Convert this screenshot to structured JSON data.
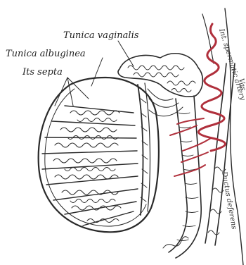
{
  "labels": {
    "tunica_vaginalis": "Tunica vaginalis",
    "tunica_albuginea": "Tunica albuginea",
    "its_septa": "Its septa",
    "int_spermatic_artery": "Int. spermatic artery",
    "ductus_deferens": "Ductus deferens",
    "vas_fragment": "Vas"
  },
  "colors": {
    "artery": "#b0303c",
    "ink": "#2a2a2a",
    "background": "#ffffff"
  }
}
